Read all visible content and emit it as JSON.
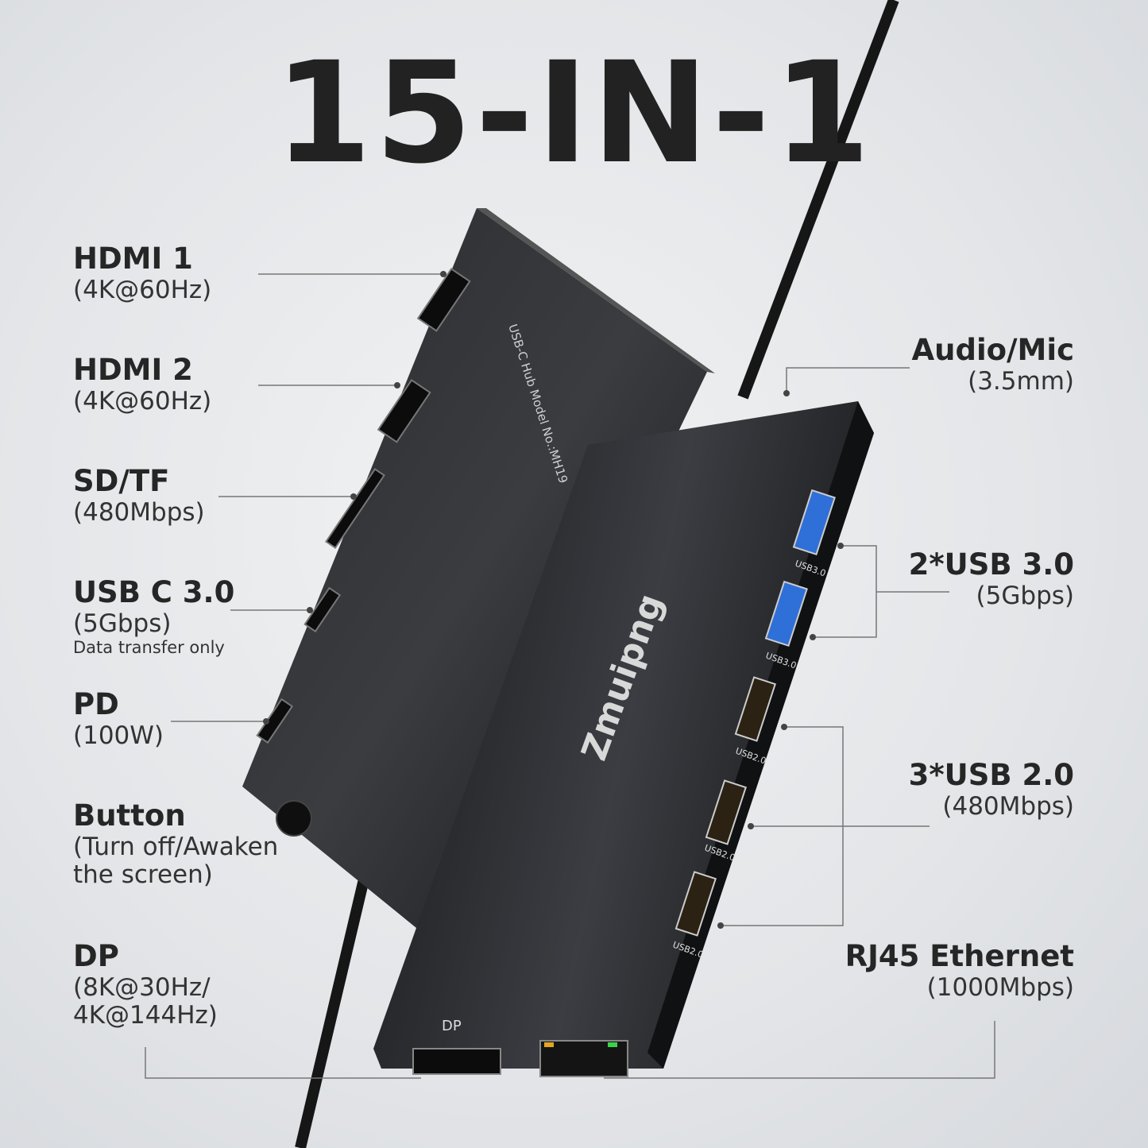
{
  "title": "15-IN-1",
  "device": {
    "brand": "Zmuipng",
    "model_text": "USB-C Hub Model No.:MH19",
    "port_labels": [
      "USB3.0",
      "USB3.0",
      "USB2.0",
      "USB2.0",
      "USB2.0",
      "DP"
    ]
  },
  "left_labels": [
    {
      "name": "HDMI 1",
      "spec": "(4K@60Hz)"
    },
    {
      "name": "HDMI 2",
      "spec": "(4K@60Hz)"
    },
    {
      "name": "SD/TF",
      "spec": "(480Mbps)"
    },
    {
      "name": "USB C 3.0",
      "spec": "(5Gbps)",
      "note": "Data transfer only"
    },
    {
      "name": "PD",
      "spec": "(100W)"
    },
    {
      "name": "Button",
      "spec": "(Turn off/Awaken",
      "spec2": "the screen)"
    },
    {
      "name": "DP",
      "spec": "(8K@30Hz/",
      "spec2": "4K@144Hz)"
    }
  ],
  "right_labels": [
    {
      "name": "Audio/Mic",
      "spec": "(3.5mm)"
    },
    {
      "name": "2*USB 3.0",
      "spec": "(5Gbps)"
    },
    {
      "name": "3*USB 2.0",
      "spec": "(480Mbps)"
    },
    {
      "name": "RJ45 Ethernet",
      "spec": "(1000Mbps)"
    }
  ],
  "colors": {
    "usb3_port": "#2f6fd8",
    "usb2_pins": "#b08a3a",
    "device_body": "#1c1d1f",
    "background": "#e6e8ea"
  }
}
